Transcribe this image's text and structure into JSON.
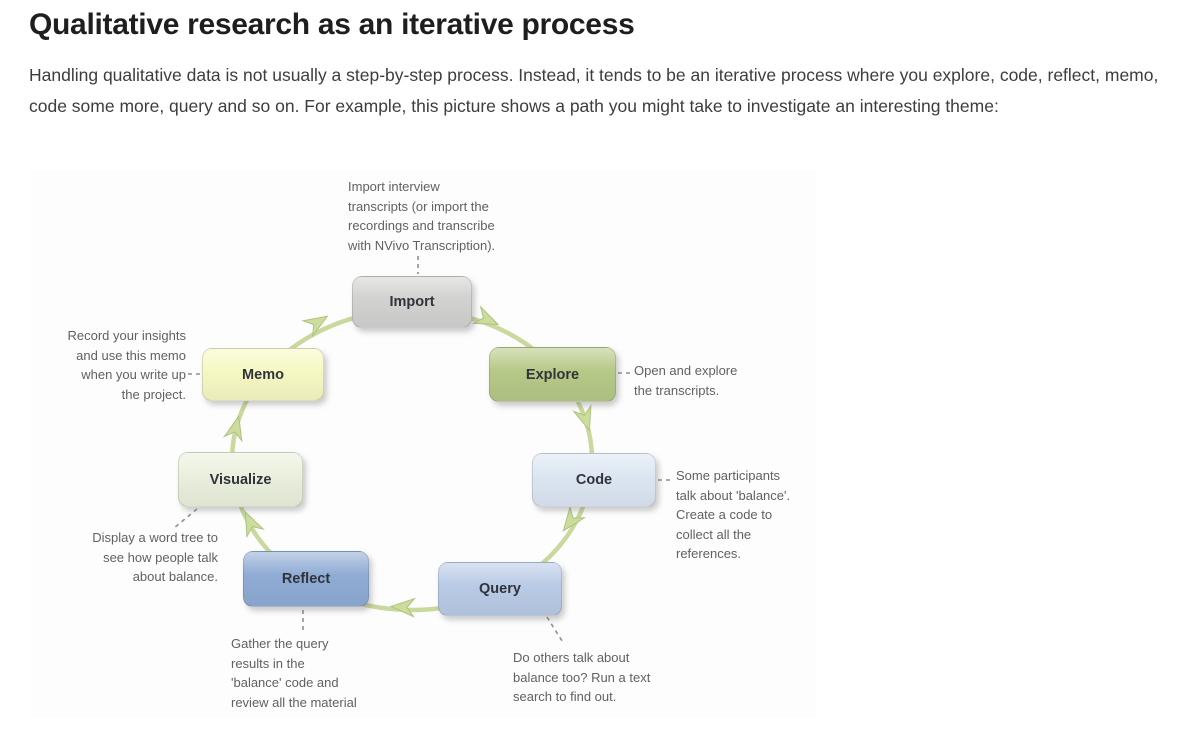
{
  "page": {
    "title": "Qualitative research as an iterative process",
    "intro": "Handling qualitative data is not usually a step-by-step process. Instead, it tends to be an iterative process where you explore, code, reflect, memo, code some more, query and so on. For example, this picture shows a path you might take to investigate an interesting theme:"
  },
  "diagram": {
    "type": "cycle",
    "flow_order": [
      "Import",
      "Explore",
      "Code",
      "Query",
      "Reflect",
      "Visualize",
      "Memo"
    ],
    "arrow_color": "#c9d89c",
    "arrowhead_fill": "#cbdc9b",
    "arrowhead_stroke": "#aec380",
    "connector_color": "#8f8f8f",
    "nodes": [
      {
        "label": "Import",
        "color": "#d2d2d0",
        "annotation": "Import interview\ntranscripts (or import the\nrecordings and transcribe\nwith NVivo Transcription)."
      },
      {
        "label": "Explore",
        "color": "#b6c987",
        "annotation": "Open and explore\nthe transcripts."
      },
      {
        "label": "Code",
        "color": "#dce6f2",
        "annotation": "Some participants\ntalk about 'balance'.\nCreate a code to\ncollect all the\nreferences."
      },
      {
        "label": "Query",
        "color": "#b9cbe6",
        "annotation": "Do others talk about\nbalance too? Run a text\nsearch to find out."
      },
      {
        "label": "Reflect",
        "color": "#90acd5",
        "annotation": "Gather the query\nresults in the\n'balance' code and\nreview all the material"
      },
      {
        "label": "Visualize",
        "color": "#eaf0dd",
        "annotation": "Display a word tree to\nsee how people talk\nabout balance."
      },
      {
        "label": "Memo",
        "color": "#f6f8c4",
        "annotation": "Record your insights\nand use this memo\nwhen you write up\nthe project."
      }
    ]
  }
}
